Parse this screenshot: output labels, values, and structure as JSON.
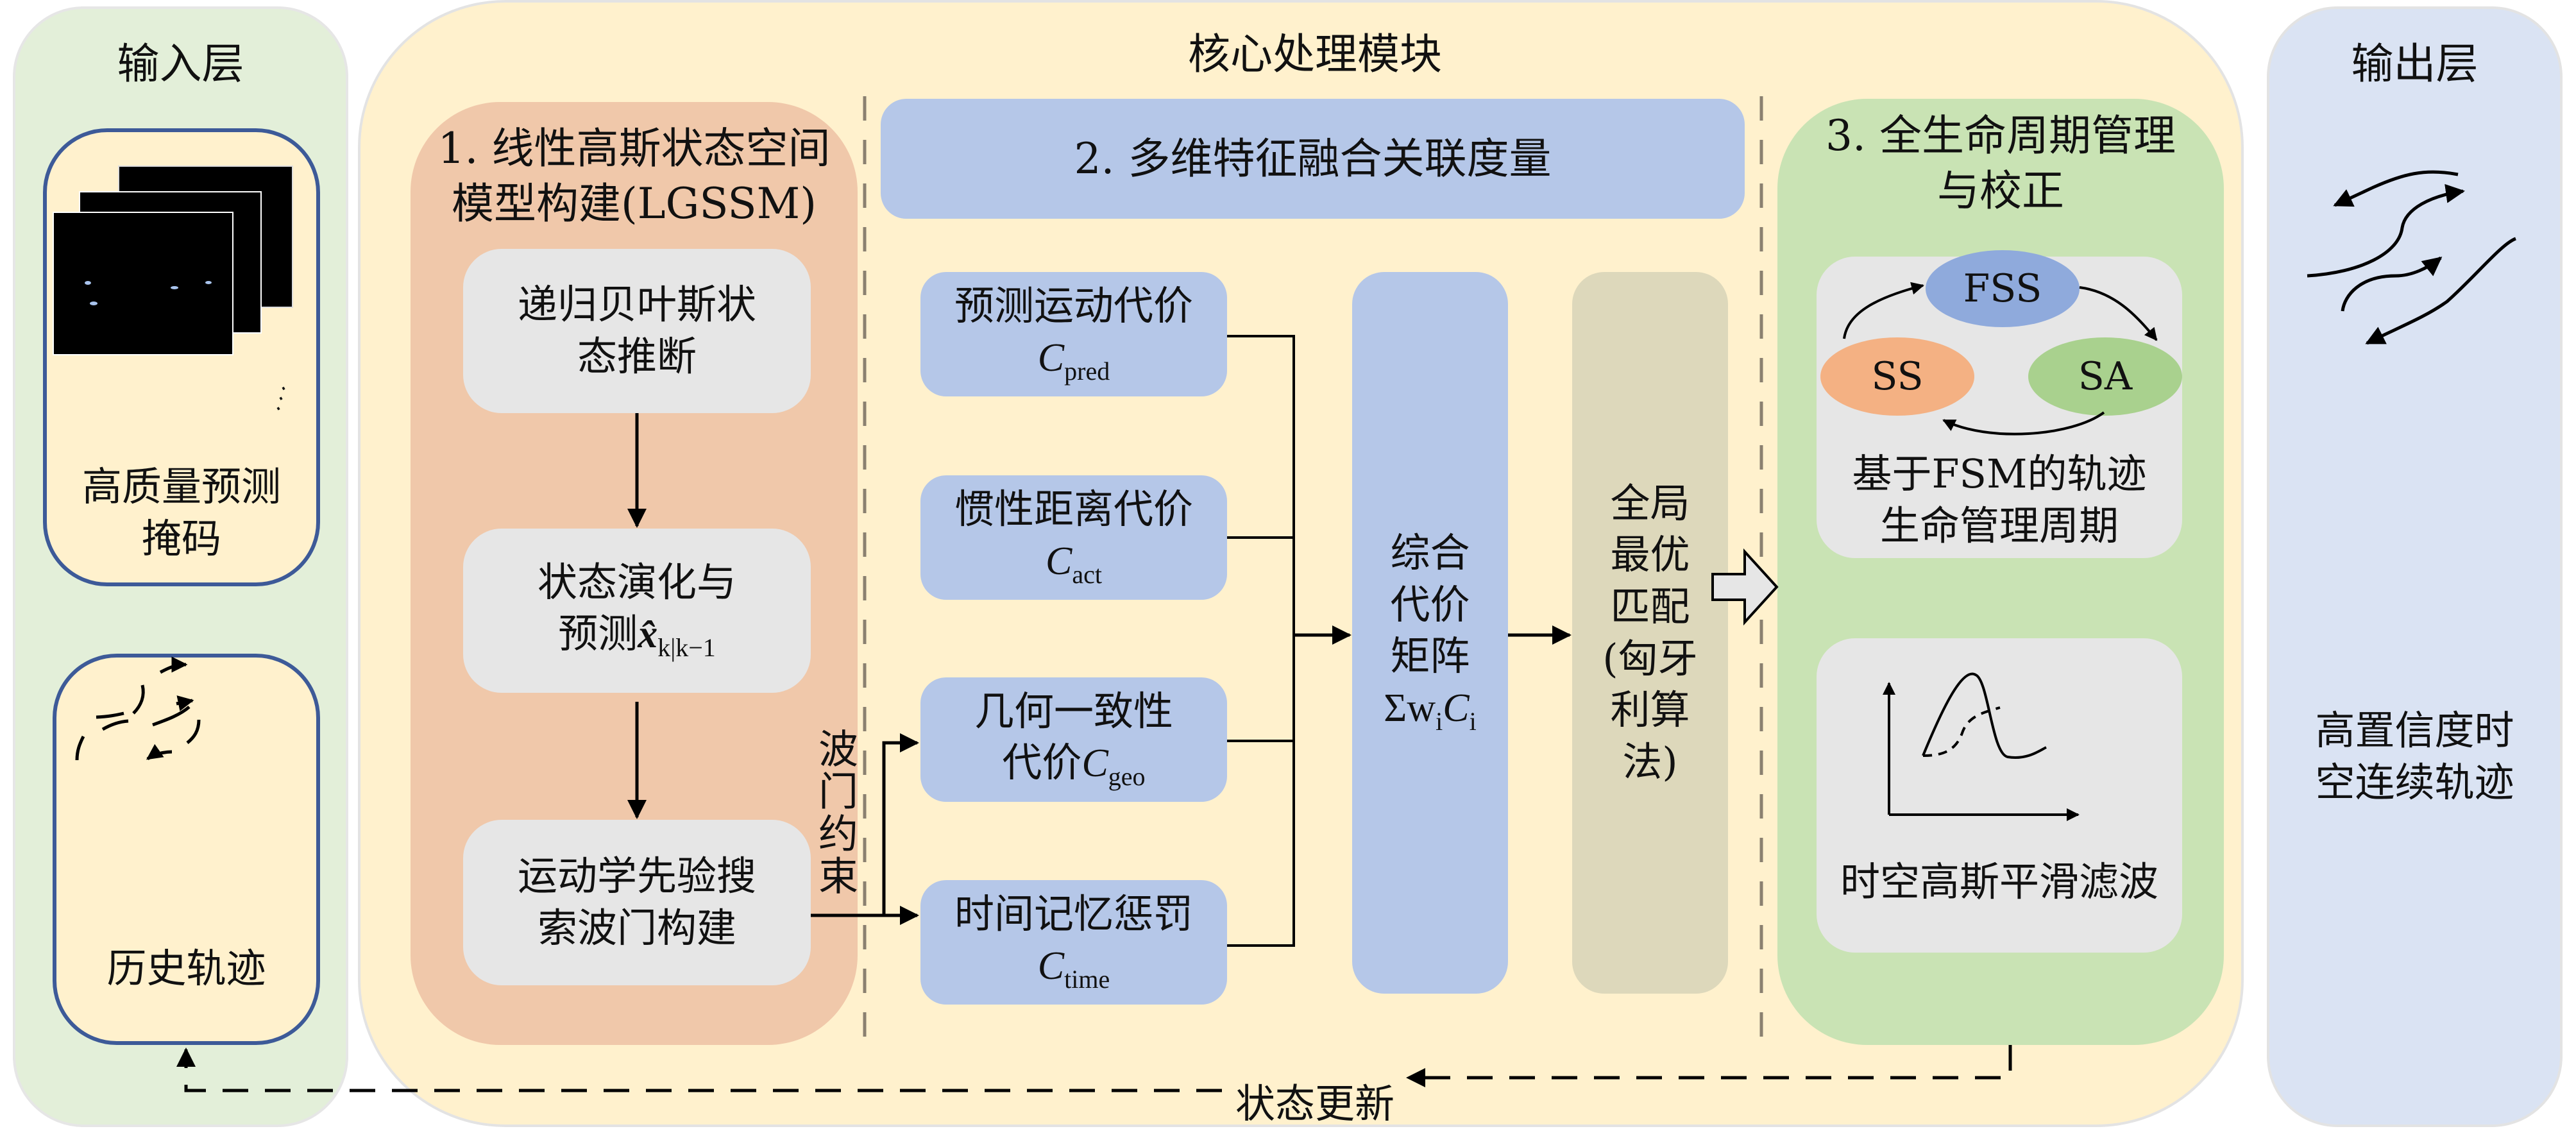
{
  "input_layer": {
    "title": "输入层",
    "mask_label": "高质量预测掩码",
    "mask_label_line1": "高质量预测",
    "mask_label_line2": "掩码",
    "history_label": "历史轨迹"
  },
  "core_module": {
    "title": "核心处理模块",
    "section1": {
      "title_line1": "1. 线性高斯状态空间",
      "title_line2": "模型构建(LGSSM)",
      "steps": [
        {
          "line1": "递归贝叶斯状",
          "line2": "态推断"
        },
        {
          "line1": "状态演化与",
          "line2": "预测",
          "math": "x̂",
          "math_sub": "k|k−1"
        },
        {
          "line1": "运动学先验搜",
          "line2": "索波门构建"
        }
      ],
      "gate_label": "波门约束"
    },
    "section2": {
      "title": "2. 多维特征融合关联度量",
      "costs": [
        {
          "line1": "预测运动代价",
          "line2_prefix": "",
          "symbol": "C",
          "sub": "pred"
        },
        {
          "line1": "惯性距离代价",
          "line2_prefix": "",
          "symbol": "C",
          "sub": "act"
        },
        {
          "line1": "几何一致性",
          "line2_prefix": "代价",
          "symbol": "C",
          "sub": "geo"
        },
        {
          "line1": "时间记忆惩罚",
          "line2_prefix": "",
          "symbol": "C",
          "sub": "time"
        }
      ],
      "matrix": {
        "lines": [
          "综合",
          "代价",
          "矩阵"
        ],
        "formula": "Σw",
        "formula_sub1": "i",
        "formula_C": "C",
        "formula_sub2": "i"
      },
      "matching": {
        "lines": [
          "全局",
          "最优",
          "匹配",
          "(匈牙",
          "利算",
          "法)"
        ]
      }
    },
    "section3": {
      "title_line1": "3. 全生命周期管理",
      "title_line2": "与校正",
      "fsm": {
        "states": [
          {
            "name": "FSS",
            "color": "#8faadc"
          },
          {
            "name": "SS",
            "color": "#f4b183"
          },
          {
            "name": "SA",
            "color": "#a9d18e"
          }
        ],
        "label_line1": "基于FSM的轨迹",
        "label_line2": "生命管理周期"
      },
      "smoothing": {
        "label": "时空高斯平滑滤波"
      }
    },
    "feedback_label": "状态更新"
  },
  "output_layer": {
    "title": "输出层",
    "label_line1": "高置信度时",
    "label_line2": "空连续轨迹"
  },
  "colors": {
    "input_bg": "#e3efd9",
    "core_bg": "#fff1cd",
    "output_bg": "#dae3f3",
    "section1_bg": "#f0c8aa",
    "section2_bg": "#b5c7e8",
    "section3_bg": "#c9e3b4",
    "step_bg": "#e6e6e6",
    "matching_bg": "#ddd8bb",
    "card_border": "#3d5a98"
  }
}
